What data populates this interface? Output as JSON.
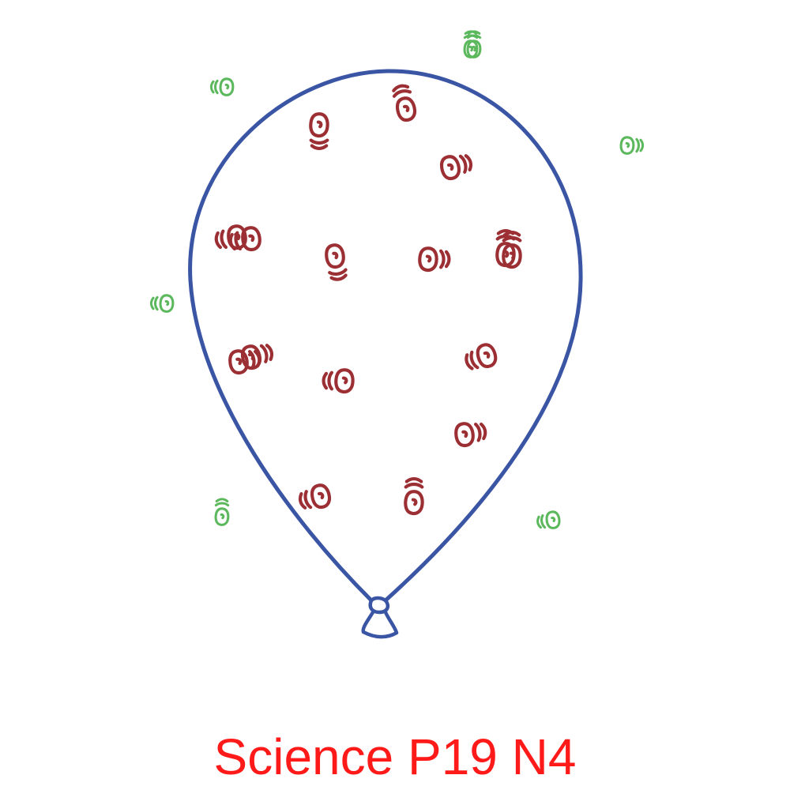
{
  "diagram": {
    "caption": "Science P19 N4",
    "colors": {
      "balloon": "#3a55a4",
      "inside_particles": "#9b2f33",
      "outside_particles": "#5cb85c",
      "caption": "#ff1a1a",
      "background": "#ffffff"
    },
    "particles": {
      "inside_count": 16,
      "outside_count": 7
    }
  }
}
